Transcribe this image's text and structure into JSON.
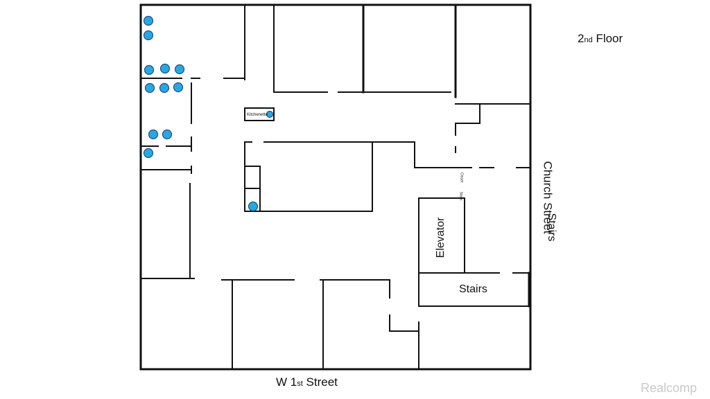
{
  "floor_label": {
    "main": "2",
    "suffix": "nd",
    "rest": " Floor"
  },
  "streets": {
    "south": {
      "prefix": "W 1",
      "suffix": "st",
      "rest": " Street"
    },
    "east": "Church Street"
  },
  "rooms": {
    "elevator": "Elevator",
    "stairs_main": "Stairs",
    "stairs_side": "Stairs",
    "kitchenette": "Kitchenette",
    "closet": "Closet",
    "stairs_tiny": "Stairs"
  },
  "watermark": "Realcomp",
  "colors": {
    "fixture_fill": "#29a8e0",
    "fixture_stroke": "#1d4f86",
    "walls": "#111111"
  }
}
